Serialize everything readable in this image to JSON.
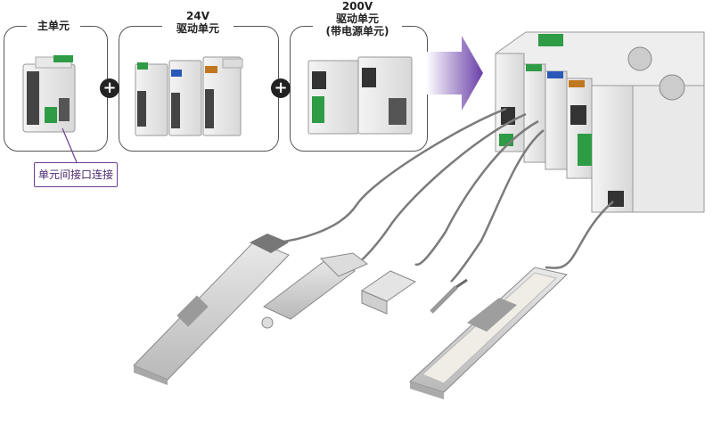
{
  "panels": {
    "main_unit": {
      "title": "主单元"
    },
    "drive_24v": {
      "title": "24V\n驱动单元"
    },
    "drive_200v": {
      "title": "200V\n驱动单元\n(带电源单元)"
    }
  },
  "plus_symbol": "+",
  "callout": {
    "text": "单元间接口连接"
  },
  "colors": {
    "border": "#555555",
    "callout_border": "#6a3d8f",
    "arrow_gradient_start": "#ffffff",
    "arrow_gradient_end": "#6a3fa8",
    "cable": "#7b7b7b",
    "tab_green": "#2e9b45",
    "tab_blue": "#2a58b8",
    "tab_orange": "#c07820"
  }
}
